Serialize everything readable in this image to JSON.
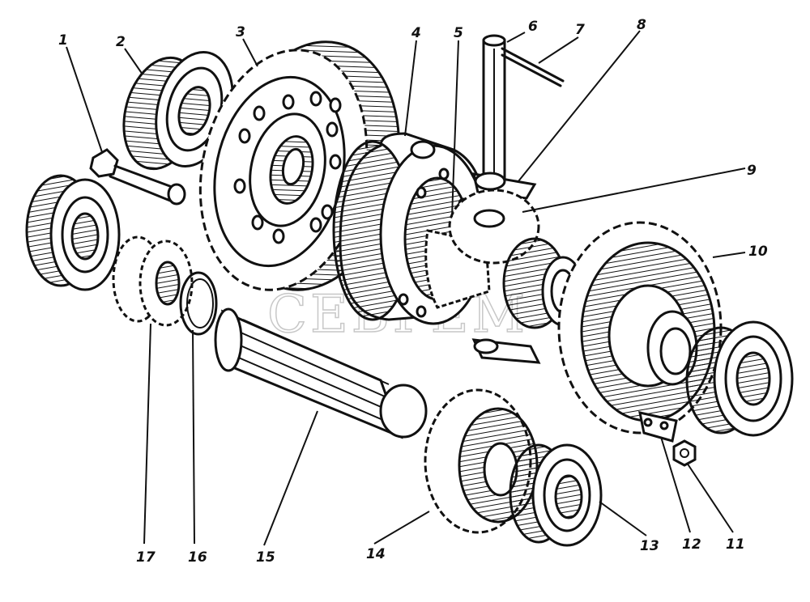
{
  "callouts": [
    {
      "id": "1",
      "text": "1"
    },
    {
      "id": "2",
      "text": "2"
    },
    {
      "id": "3",
      "text": "3"
    },
    {
      "id": "4",
      "text": "4"
    },
    {
      "id": "5",
      "text": "5"
    },
    {
      "id": "6",
      "text": "6"
    },
    {
      "id": "7",
      "text": "7"
    },
    {
      "id": "8",
      "text": "8"
    },
    {
      "id": "9",
      "text": "9"
    },
    {
      "id": "10",
      "text": "10"
    },
    {
      "id": "11",
      "text": "11"
    },
    {
      "id": "12",
      "text": "12"
    },
    {
      "id": "13",
      "text": "13"
    },
    {
      "id": "14",
      "text": "14"
    },
    {
      "id": "15",
      "text": "15"
    },
    {
      "id": "16",
      "text": "16"
    },
    {
      "id": "17",
      "text": "17"
    }
  ],
  "watermark": "СЕВРЕМ"
}
